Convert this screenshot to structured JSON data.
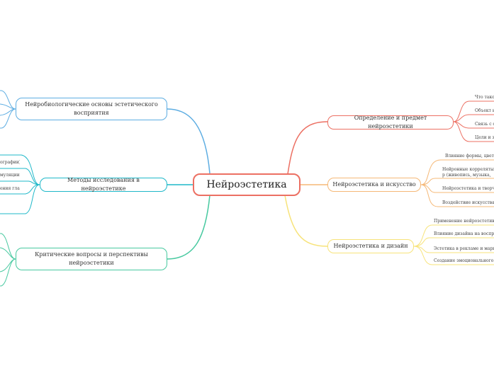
{
  "root": {
    "label": "Нейроэстетика"
  },
  "colors": {
    "red": "#ec7063",
    "orange": "#f5b877",
    "yellow": "#f7e37a",
    "blue": "#5dade2",
    "teal": "#1fb8c9",
    "green": "#48c9a0"
  },
  "branches": {
    "definition": {
      "label": "Определение и предмет нейроэстетики"
    },
    "art": {
      "label": "Нейроэстетика и искусство"
    },
    "design": {
      "label": "Нейроэстетика и дизайн"
    },
    "neurobio": {
      "label": "Нейробиологические основы эстетического восприятия"
    },
    "methods": {
      "label": "Методы исследования в нейроэстетике"
    },
    "critical": {
      "label": "Критические вопросы и перспективы нейроэстетики"
    }
  },
  "leaves": {
    "definition": [
      "Что такое",
      "Объект и",
      "Связь с ф",
      "Цели и за"
    ],
    "art": [
      "Влияние формы, цвета",
      "Нейронные корреляты р (живопись, музыка, лите",
      "Нейроэстетика и творче",
      "Воздействие искусства"
    ],
    "design": [
      "Применение нейроэстетики",
      "Влияние дизайна на восприя",
      "Эстетика в рекламе и марке",
      "Создание эмоционального д"
    ],
    "methods": [
      "ографии)",
      "муляции)",
      "ения глаз"
    ]
  }
}
